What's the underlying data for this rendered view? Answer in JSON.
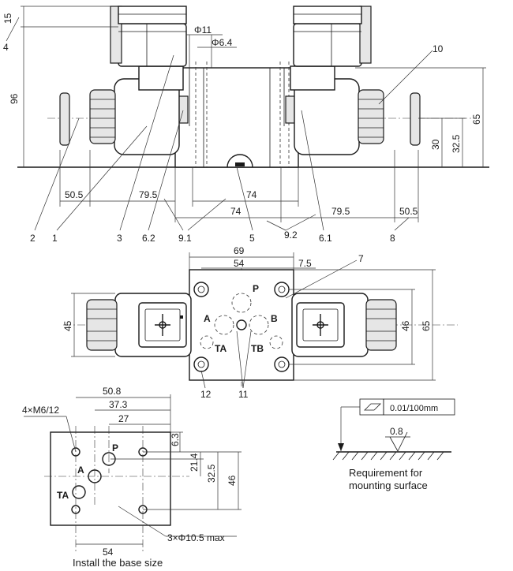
{
  "side_view": {
    "dims": {
      "d15": "15",
      "d4": "4",
      "d96": "96",
      "phi11": "Φ11",
      "phi64": "Φ6.4",
      "d10": "10",
      "d65": "65",
      "d30": "30",
      "d325": "32.5",
      "d505_left": "50.5",
      "d795_left": "79.5",
      "d74_top": "74",
      "d74_bottom": "74",
      "d795_right": "79.5",
      "d505_right": "50.5"
    },
    "callouts": {
      "c2": "2",
      "c1": "1",
      "c3": "3",
      "c62": "6.2",
      "c91": "9.1",
      "c5": "5",
      "c92": "9.2",
      "c61": "6.1",
      "c8": "8"
    }
  },
  "top_view": {
    "dims": {
      "d69": "69",
      "d54": "54",
      "d75": "7.5",
      "d7": "7",
      "d45": "45",
      "d46": "46",
      "d65": "65"
    },
    "ports": {
      "p": "P",
      "a": "A",
      "b": "B",
      "ta": "TA",
      "tb": "TB"
    },
    "callouts": {
      "c12": "12",
      "c11": "11"
    }
  },
  "base_view": {
    "dims": {
      "d508": "50.8",
      "d373": "37.3",
      "d27": "27",
      "d63": "6.3",
      "d214": "21.4",
      "d325": "32.5",
      "d46": "46",
      "d54": "54"
    },
    "labels": {
      "m6": "4×M6/12",
      "holes": "3×Φ10.5 max",
      "p": "P",
      "a": "A",
      "ta": "TA",
      "caption": "Install the base size"
    }
  },
  "surface_req": {
    "flatness": "0.01/100mm",
    "roughness": "0.8",
    "caption_line1": "Requirement for",
    "caption_line2": "mounting surface"
  }
}
